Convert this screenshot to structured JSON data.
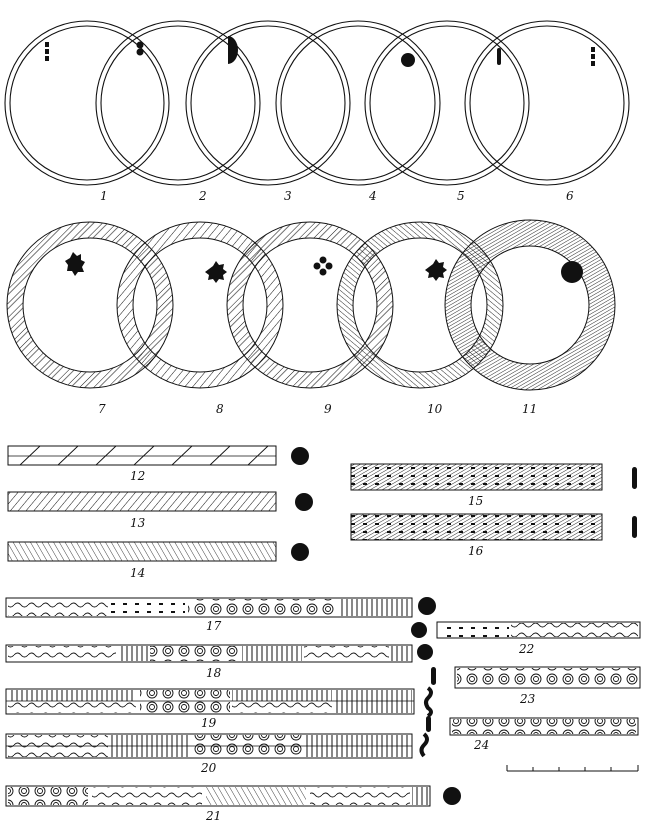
{
  "figure": {
    "labels": [
      "1",
      "2",
      "3",
      "4",
      "5",
      "6",
      "7",
      "8",
      "9",
      "10",
      "11",
      "12",
      "13",
      "14",
      "15",
      "16",
      "17",
      "18",
      "19",
      "20",
      "21",
      "22",
      "23",
      "24"
    ],
    "ring_sections": {
      "1": "small-dots-vertical",
      "2": "double-dot",
      "3": "half-round",
      "4": "none",
      "5": "round",
      "6": "thin-bar"
    },
    "scale_bar": {
      "units": "",
      "label": ""
    },
    "colors": {
      "ink": "#111111",
      "paper": "#ffffff"
    }
  }
}
